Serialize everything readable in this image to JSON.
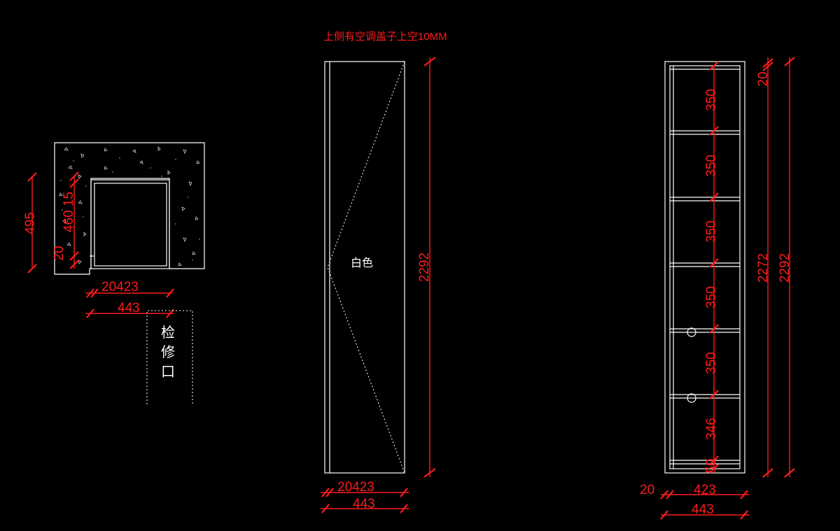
{
  "colors": {
    "background": "#000000",
    "lines": "#ffffff",
    "dimensions": "#ff1a1a"
  },
  "notes": {
    "top_note": "上侧有空调盖子上空10MM",
    "panel_color": "白色",
    "access_char_1": "检",
    "access_char_2": "修",
    "access_char_3": "口"
  },
  "plan_view": {
    "height_495": "495",
    "height_460_15": "460 15",
    "height_20": "20",
    "width_20423": "20423",
    "width_443": "443"
  },
  "front_view": {
    "height_2292": "2292",
    "width_20423": "20423",
    "width_443": "443"
  },
  "section_view": {
    "shelf_spacing": [
      "350",
      "350",
      "350",
      "350",
      "350",
      "346"
    ],
    "bottom_50": "50",
    "top_20": "20",
    "height_2272": "2272",
    "height_2292": "2292",
    "left_20": "20",
    "width_423": "423",
    "width_443": "443"
  }
}
